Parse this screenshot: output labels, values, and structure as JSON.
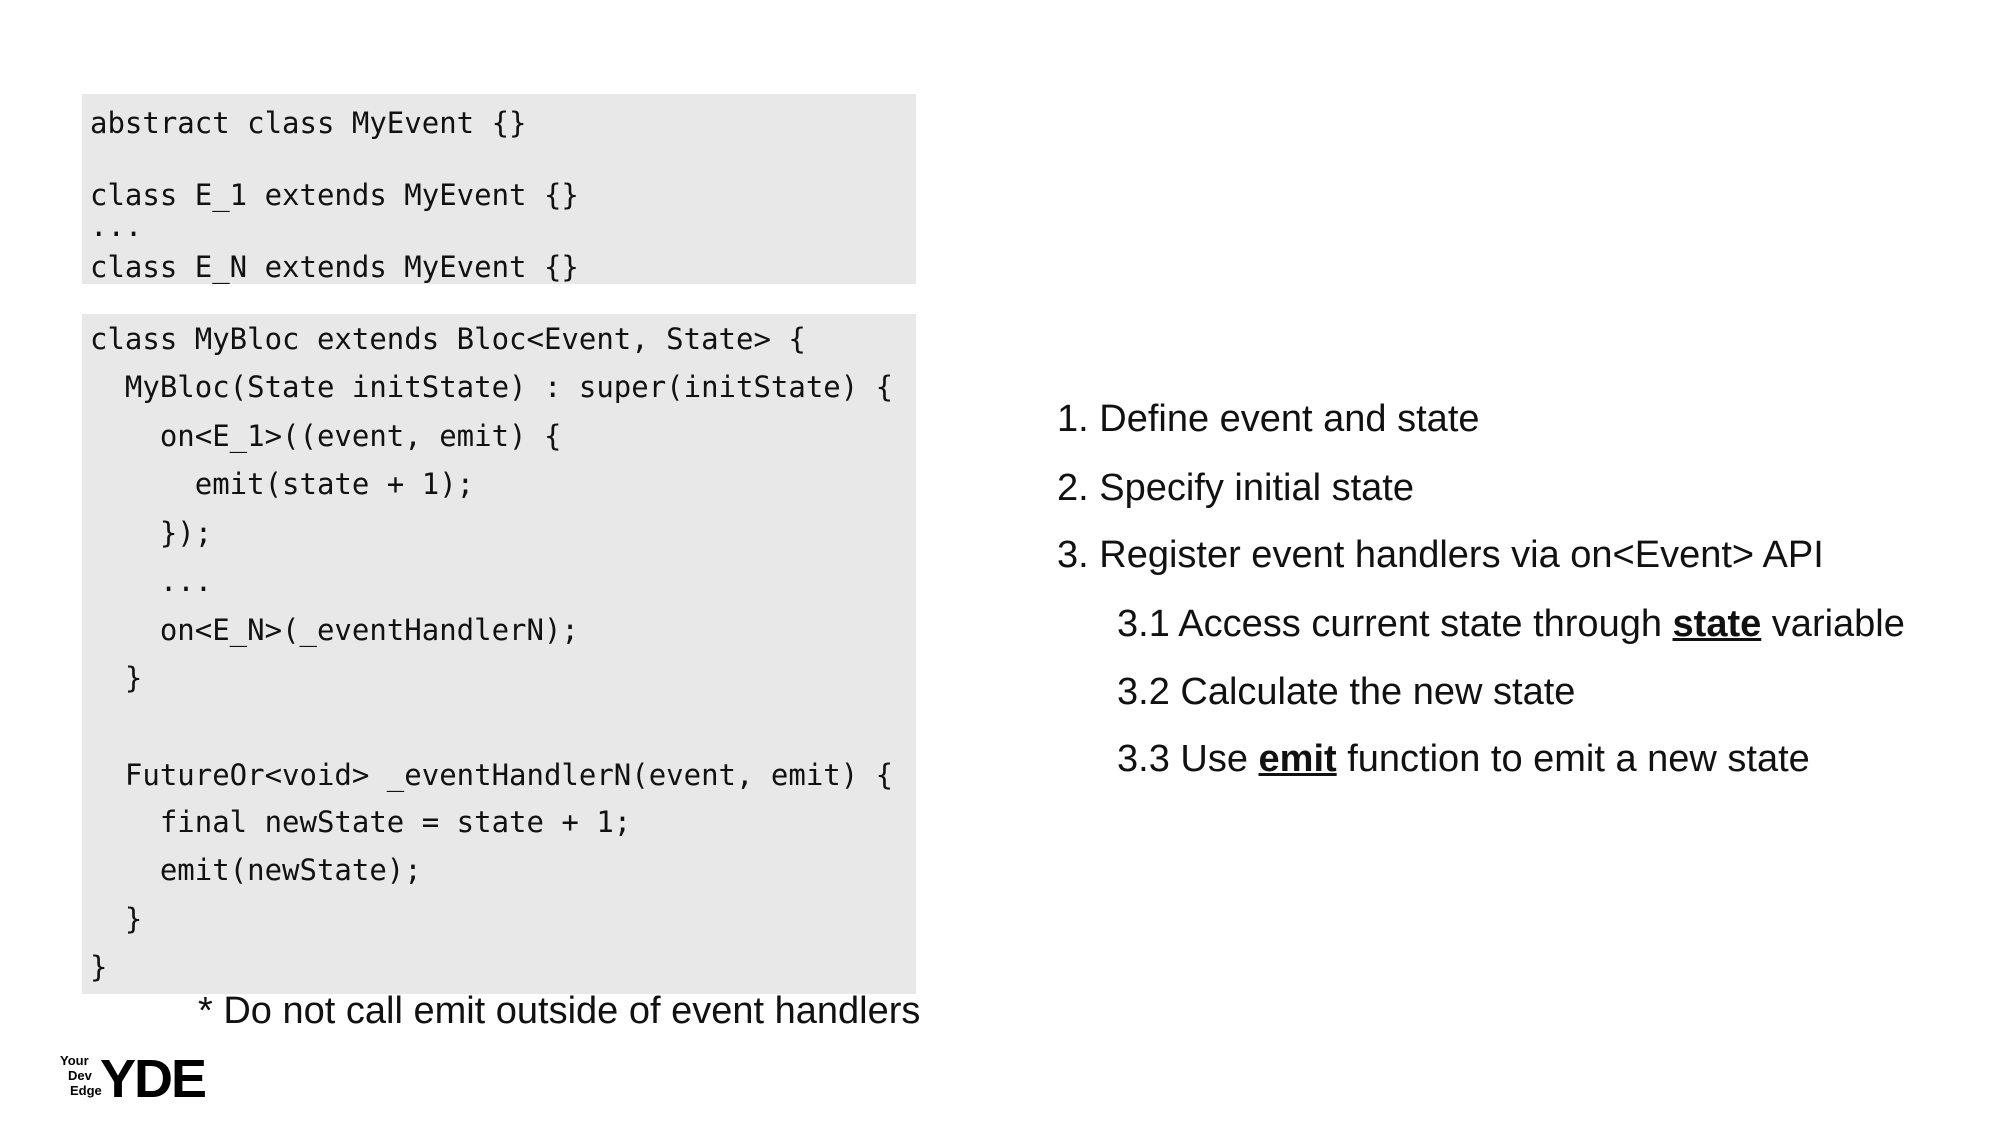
{
  "code_block_1": {
    "lines": [
      "abstract class MyEvent {}",
      "class E_1 extends MyEvent {}",
      "...",
      "class E_N extends MyEvent {}"
    ]
  },
  "code_block_2": {
    "lines": [
      "class MyBloc extends Bloc<Event, State> {",
      "  MyBloc(State initState) : super(initState) {",
      "    on<E_1>((event, emit) {",
      "      emit(state + 1);",
      "    });",
      "    ...",
      "    on<E_N>(_eventHandlerN);",
      "  }",
      "  FutureOr<void> _eventHandlerN(event, emit) {",
      "    final newState = state + 1;",
      "    emit(newState);",
      "  }",
      "}"
    ]
  },
  "note": "* Do not call emit outside of event handlers",
  "steps": {
    "s1": "1. Define event and state",
    "s2": "2. Specify initial state",
    "s3": "3. Register event handlers via on<Event> API",
    "s31_pre": "3.1 Access current state through ",
    "s31_kw": "state",
    "s31_post": " variable",
    "s32": "3.2 Calculate the new state",
    "s33_pre": "3.3 Use ",
    "s33_kw": "emit",
    "s33_post": " function to emit a new state"
  },
  "logo": {
    "small_1": "Your",
    "small_2": "Dev",
    "small_3": "Edge",
    "big": "YDE"
  }
}
